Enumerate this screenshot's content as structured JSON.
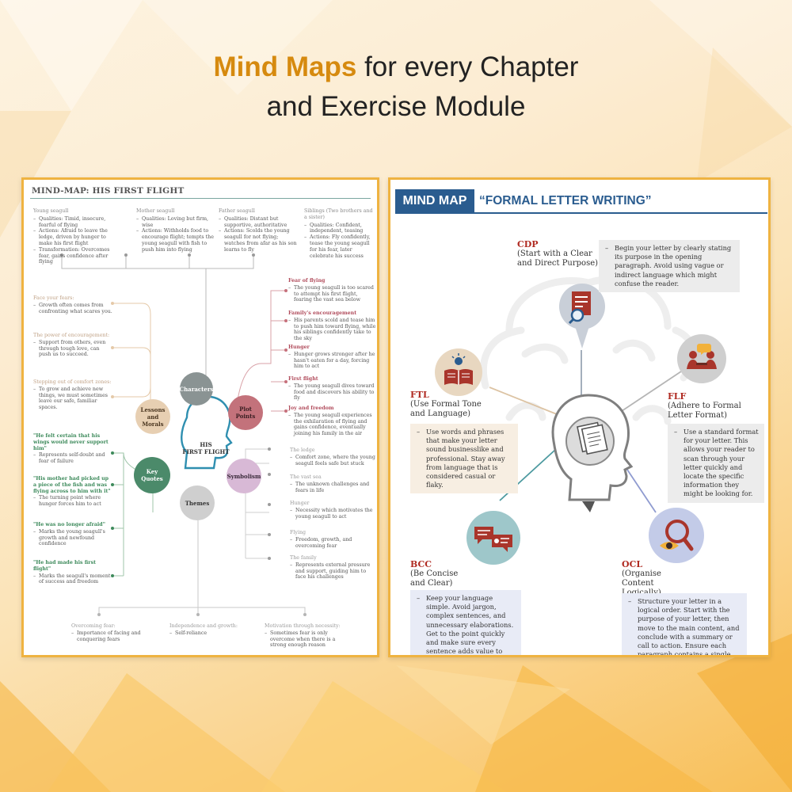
{
  "headline": {
    "highlight": "Mind Maps",
    "line1_rest": " for every Chapter",
    "line2": "and Exercise Module"
  },
  "left_map": {
    "title": "MIND-MAP: HIS FIRST FLIGHT",
    "center": "HIS\nFIRST FLIGHT",
    "characters": [
      {
        "name": "Young seagull",
        "points": [
          "Qualities: Timid, insecure, fearful of flying",
          "Actions: Afraid to leave the ledge, driven by hunger to make his first flight",
          "Transformation: Overcomes fear, gains confidence after flying"
        ]
      },
      {
        "name": "Mother seagull",
        "points": [
          "Qualities: Loving but firm, wise",
          "Actions: Withholds food to encourage flight; tempts the young seagull with fish to push him into flying"
        ]
      },
      {
        "name": "Father seagull",
        "points": [
          "Qualities: Distant but supportive, authoritative",
          "Actions: Scolds the young seagull for not flying; watches from afar as his son learns to fly"
        ]
      },
      {
        "name": "Siblings (Two brothers and a sister)",
        "points": [
          "Qualities: Confident, independent, teasing",
          "Actions: Fly confidently, tease the young seagull for his fear, later celebrate his success"
        ]
      }
    ],
    "nodes": {
      "characters": "Characters",
      "plot": "Plot\nPoints",
      "lessons": "Lessons\nand Morals",
      "quotes": "Key\nQuotes",
      "symbolism": "Symbolism",
      "themes": "Themes"
    },
    "lessons": [
      {
        "title": "Face your fears:",
        "text": "Growth often comes from confronting what scares you."
      },
      {
        "title": "The power of encouragement:",
        "text": "Support from others, even through tough love, can push us to succeed."
      },
      {
        "title": "Stepping out of comfort zones:",
        "text": "To grow and achieve new things, we must sometimes leave our safe, familiar spaces."
      }
    ],
    "plot": [
      {
        "title": "Fear of flying",
        "text": "The young seagull is too scared to attempt his first flight, fearing the vast sea below"
      },
      {
        "title": "Family's encouragement",
        "text": "His parents scold and tease him to push him toward flying, while his siblings confidently take to the sky"
      },
      {
        "title": "Hunger",
        "text": "Hunger grows stronger after he hasn't eaten for a day, forcing him to act"
      },
      {
        "title": "First flight",
        "text": "The young seagull dives toward food and discovers his ability to fly"
      },
      {
        "title": "Joy and freedom",
        "text": "The young seagull experiences the exhilaration of flying and gains confidence, eventually joining his family in the air"
      }
    ],
    "quotes": [
      {
        "title": "\"He felt certain that his wings would never support him\"",
        "text": "Represents self-doubt and fear of failure"
      },
      {
        "title": "\"His mother had picked up a piece of the fish and was flying across to him with it\"",
        "text": "The turning point where hunger forces him to act"
      },
      {
        "title": "\"He was no longer afraid\"",
        "text": "Marks the young seagull's growth and newfound confidence"
      },
      {
        "title": "\"He had made his first flight\"",
        "text": "Marks the seagull's moment of success and freedom"
      }
    ],
    "symbolism": [
      {
        "title": "The ledge",
        "text": "Comfort zone, where the young seagull feels safe but stuck"
      },
      {
        "title": "The vast sea",
        "text": "The unknown challenges and fears in life"
      },
      {
        "title": "Hunger",
        "text": "Necessity which motivates the young seagull to act"
      },
      {
        "title": "Flying",
        "text": "Freedom, growth, and overcoming fear"
      },
      {
        "title": "The family",
        "text": "Represents external pressure and support, guiding him to face his challenges"
      }
    ],
    "themes": [
      {
        "title": "Overcoming fear:",
        "text": "Importance of facing and conquering fears"
      },
      {
        "title": "Independence and growth:",
        "text": "Self-reliance"
      },
      {
        "title": "Motivation through necessity:",
        "text": "Sometimes fear is only overcome when there is a strong enough reason"
      }
    ]
  },
  "right_map": {
    "tag": "MIND MAP",
    "title": "“FORMAL LETTER WRITING”",
    "branches": [
      {
        "code": "CDP",
        "label": "(Start with a Clear and Direct Purpose)",
        "text": "Begin your letter by clearly stating its purpose in the opening paragraph. Avoid using vague or indirect language which might confuse the reader.",
        "icon": "document-search-icon",
        "color": "#c9cfd8"
      },
      {
        "code": "FTL",
        "label": "(Use Formal Tone and Language)",
        "text": "Use words and phrases that make your letter sound businesslike and professional. Stay away from language that is considered casual or flaky.",
        "icon": "book-idea-icon",
        "color": "#e8d7c0"
      },
      {
        "code": "FLF",
        "label": "(Adhere to Formal Letter Format)",
        "text": "Use a standard format for your letter. This allows your reader to scan through your letter quickly and locate the specific information they might be looking for.",
        "icon": "meeting-icon",
        "color": "#cfcfcf"
      },
      {
        "code": "BCC",
        "label": "(Be Concise and Clear)",
        "text": "Keep your language simple. Avoid jargon, complex sentences, and unnecessary elaborations. Get to the point quickly and make sure every sentence adds value to your message.",
        "icon": "chat-bubbles-icon",
        "color": "#9ec7ca"
      },
      {
        "code": "OCL",
        "label": "(Organise Content Logically)",
        "text": "Structure your letter in a logical order. Start with the purpose of your letter, then move to the main content, and conclude with a summary or call to action. Ensure each paragraph contains a single point or idea.",
        "icon": "magnifier-eye-icon",
        "color": "#c3cbe8"
      }
    ]
  },
  "colors": {
    "accent": "#d68a0f",
    "frame": "#efb341",
    "navy": "#2a5c8f",
    "red": "#b02b22",
    "teal": "#2f7f78"
  }
}
